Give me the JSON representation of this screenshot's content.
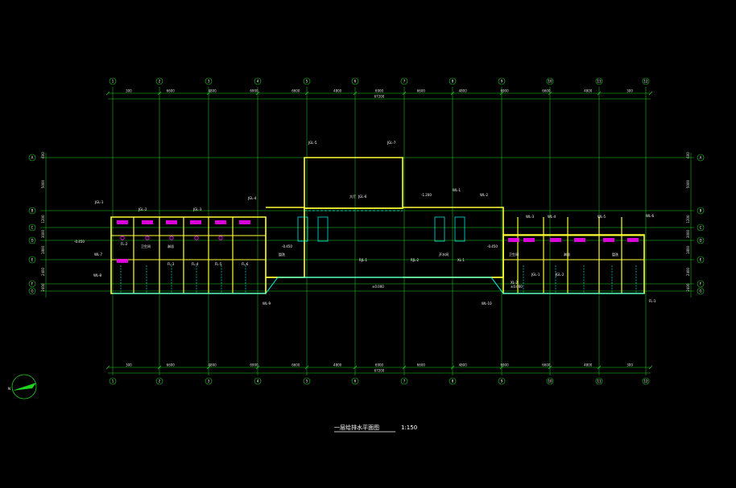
{
  "drawing": {
    "title": "一层给排水平面图",
    "scale": "1:150",
    "colors": {
      "background": "#000000",
      "grid": "#1fd41f",
      "walls": "#ffff33",
      "pipes": "#00ffff",
      "fixtures": "#ff00ff",
      "labels": "#ffffff"
    },
    "top_dimensions": [
      "300",
      "6600",
      "4800",
      "6900",
      "6600",
      "4800",
      "6900",
      "6600",
      "4800",
      "6900",
      "6600",
      "4800",
      "300"
    ],
    "top_total": "67200",
    "bottom_dimensions": [
      "300",
      "6600",
      "4800",
      "6900",
      "6600",
      "4800",
      "6900",
      "6600",
      "4800",
      "6900",
      "6600",
      "4800",
      "300"
    ],
    "bottom_total": "67200",
    "left_dimensions": [
      "600",
      "5000",
      "1200",
      "3000",
      "1800",
      "2400",
      "2400"
    ],
    "right_dimensions": [
      "600",
      "5000",
      "1200",
      "3000",
      "1800",
      "2400",
      "2400"
    ],
    "col_axes": [
      "1",
      "2",
      "3",
      "4",
      "5",
      "6",
      "7",
      "8",
      "9",
      "10",
      "11",
      "12"
    ],
    "row_axes": [
      "A",
      "B",
      "C",
      "D",
      "E",
      "F",
      "G"
    ],
    "pipe_labels": [
      "JGL-1",
      "JGL-2",
      "JGL-3",
      "JGL-4",
      "JGL-5",
      "JGL-6",
      "JGL-7",
      "WL-1",
      "WL-2",
      "WL-3",
      "WL-4",
      "WL-5",
      "WL-6",
      "WL-7",
      "WL-8",
      "WL-9",
      "WL-10",
      "FL-1",
      "FL-2",
      "FL-3",
      "FL-4",
      "FL-5",
      "FL-6",
      "RJL-1",
      "RJL-2",
      "XL-1",
      "XL-2"
    ],
    "room_labels": [
      "大厅",
      "卫生间",
      "淋浴",
      "盥洗",
      "开水间",
      "卫生间",
      "淋浴",
      "盥洗"
    ],
    "elevations": [
      "-0.450",
      "±0.000",
      "-1.200",
      "-0.450",
      "±0.000",
      "-0.450"
    ],
    "north": "N"
  }
}
